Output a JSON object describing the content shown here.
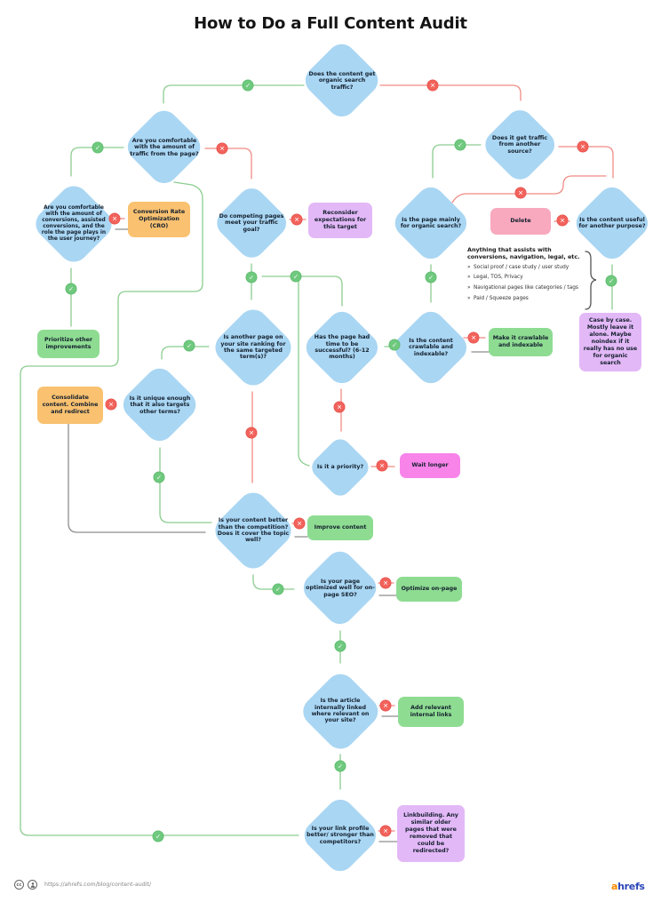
{
  "title": "How to Do a Full Content Audit",
  "icons": {
    "yes": "✓",
    "no": "✕"
  },
  "nodes": {
    "n1": {
      "label": "Does the content get organic search traffic?"
    },
    "n2": {
      "label": "Are you comfortable with the amount of traffic from the page?"
    },
    "n3": {
      "label": "Are you comfortable with the amount of conversions, assisted conversions, and the role the page plays in the user journey?"
    },
    "n4": {
      "label": "Do competing pages meet your traffic goal?"
    },
    "n5": {
      "label": "Does it get traffic from another source?"
    },
    "n6": {
      "label": "Is the page mainly for organic search?"
    },
    "n7": {
      "label": "Is the content useful for another purpose?"
    },
    "n8": {
      "label": "Is another page on your site ranking for the same targeted term(s)?"
    },
    "n9": {
      "label": "Has the page had time to be successful? (6-12 months)"
    },
    "n10": {
      "label": "Is the content crawlable and indexable?"
    },
    "n11": {
      "label": "Is it unique enough that it also targets other terms?"
    },
    "n12": {
      "label": "Is it a priority?"
    },
    "n13": {
      "label": "Is your content better than the competition? Does it cover the topic well?"
    },
    "n14": {
      "label": "Is your page optimized well for on-page SEO?"
    },
    "n15": {
      "label": "Is the article internally linked where relevant on your site?"
    },
    "n16": {
      "label": "Is your link profile better/ stronger than competitors?"
    }
  },
  "boxes": {
    "cro": {
      "label": "Conversion Rate Optimization (CRO)"
    },
    "reconsider": {
      "label": "Reconsider expectations for this target"
    },
    "delete": {
      "label": "Delete"
    },
    "prioritize": {
      "label": "Prioritize other improvements"
    },
    "consolidate": {
      "label": "Consolidate content. Combine and redirect"
    },
    "make_crawlable": {
      "label": "Make it crawlable and indexable"
    },
    "case_by_case": {
      "label": "Case by case. Mostly leave it alone. Maybe noindex if it really has no use for organic search"
    },
    "wait_longer": {
      "label": "Wait longer"
    },
    "improve_content": {
      "label": "Improve content"
    },
    "optimize_on_page": {
      "label": "Optimize on-page"
    },
    "add_links": {
      "label": "Add relevant internal links"
    },
    "linkbuilding": {
      "label": "Linkbuilding. Any similar older pages that were removed that could be redirected?"
    }
  },
  "note": {
    "heading": "Anything that assists with conversions, navigation, legal, etc.",
    "bullets": [
      "Social proof / case study / user study",
      "Legal, TOS, Privacy",
      "Navigational pages like categories / tags",
      "Paid / Squeeze pages"
    ]
  },
  "footer": {
    "url": "https://ahrefs.com/blog/content-audit/",
    "brand": {
      "prefix": "a",
      "rest": "hrefs"
    },
    "license_icons": [
      "creative-commons-icon",
      "attribution-icon"
    ]
  },
  "colors": {
    "diamond": "#A9D6F3",
    "green_box": "#8EDC92",
    "orange_box": "#F9C170",
    "purple_box": "#E3B8F7",
    "pink_box": "#F8A9BE",
    "magenta_box": "#F884EA",
    "yes_line": "#8CCD90",
    "no_line": "#F08B85",
    "return_line": "#8E8E8E",
    "yes_badge": "#6FC97E",
    "no_badge": "#F2635C",
    "brand_orange": "#FF8A00",
    "brand_blue": "#2C46B8"
  },
  "edges": [
    {
      "from": "n1",
      "to": "n2",
      "answer": "yes"
    },
    {
      "from": "n1",
      "to": "n5",
      "answer": "no"
    },
    {
      "from": "n2",
      "to": "n3",
      "answer": "yes"
    },
    {
      "from": "n2",
      "to": "n4",
      "answer": "no"
    },
    {
      "from": "n3",
      "to": "cro",
      "answer": "no"
    },
    {
      "from": "cro",
      "to": "n3",
      "answer": "return"
    },
    {
      "from": "n3",
      "to": "prioritize",
      "answer": "yes"
    },
    {
      "from": "n4",
      "to": "n8",
      "answer": "yes"
    },
    {
      "from": "n4",
      "to": "reconsider",
      "answer": "no"
    },
    {
      "from": "n5",
      "to": "n6",
      "answer": "yes"
    },
    {
      "from": "n5",
      "to": "n7",
      "answer": "no"
    },
    {
      "from": "n6",
      "to": "n10",
      "answer": "yes"
    },
    {
      "from": "n6",
      "to": "n7",
      "answer": "no"
    },
    {
      "from": "n7",
      "to": "case_by_case",
      "answer": "yes"
    },
    {
      "from": "n7",
      "to": "delete",
      "answer": "no"
    },
    {
      "from": "n10",
      "to": "n9",
      "answer": "yes"
    },
    {
      "from": "n10",
      "to": "make_crawlable",
      "answer": "no"
    },
    {
      "from": "make_crawlable",
      "to": "n10",
      "answer": "return"
    },
    {
      "from": "n9",
      "to": "n8",
      "answer": "yes"
    },
    {
      "from": "n9",
      "to": "n12",
      "answer": "no"
    },
    {
      "from": "n12",
      "to": "n8",
      "answer": "yes"
    },
    {
      "from": "n12",
      "to": "wait_longer",
      "answer": "no"
    },
    {
      "from": "n8",
      "to": "n11",
      "answer": "yes"
    },
    {
      "from": "n8",
      "to": "n13",
      "answer": "no"
    },
    {
      "from": "n11",
      "to": "n13",
      "answer": "yes"
    },
    {
      "from": "n11",
      "to": "consolidate",
      "answer": "no"
    },
    {
      "from": "consolidate",
      "to": "n13",
      "answer": "return"
    },
    {
      "from": "n13",
      "to": "n14",
      "answer": "yes"
    },
    {
      "from": "n13",
      "to": "improve_content",
      "answer": "no"
    },
    {
      "from": "improve_content",
      "to": "n13",
      "answer": "return"
    },
    {
      "from": "n14",
      "to": "n15",
      "answer": "yes"
    },
    {
      "from": "n14",
      "to": "optimize_on_page",
      "answer": "no"
    },
    {
      "from": "optimize_on_page",
      "to": "n14",
      "answer": "return"
    },
    {
      "from": "n15",
      "to": "n16",
      "answer": "yes"
    },
    {
      "from": "n15",
      "to": "add_links",
      "answer": "no"
    },
    {
      "from": "add_links",
      "to": "n15",
      "answer": "return"
    },
    {
      "from": "n16",
      "to": "n2",
      "answer": "yes"
    },
    {
      "from": "n16",
      "to": "linkbuilding",
      "answer": "no"
    },
    {
      "from": "linkbuilding",
      "to": "n16",
      "answer": "return"
    }
  ]
}
